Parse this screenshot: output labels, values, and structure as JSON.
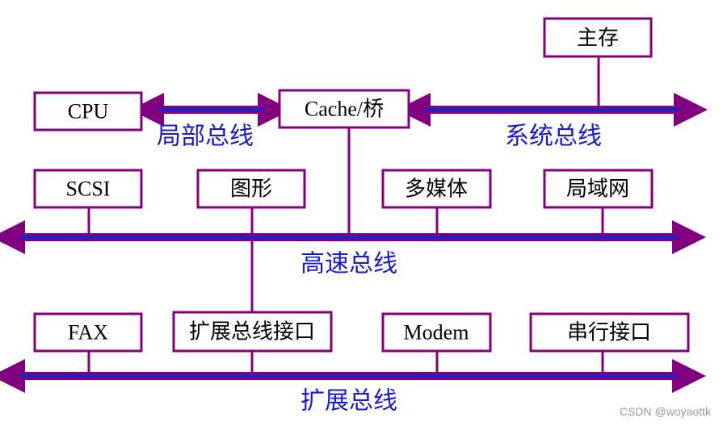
{
  "colors": {
    "box_border": "#800080",
    "connector": "#800080",
    "bus_outer": "#800080",
    "bus_inner": "#2020cc",
    "label_text": "#1a1ad0"
  },
  "boxes": {
    "main_memory": "主存",
    "cpu": "CPU",
    "cache_bridge": "Cache/桥",
    "scsi": "SCSI",
    "graphics": "图形",
    "multimedia": "多媒体",
    "lan": "局域网",
    "fax": "FAX",
    "expansion_bus_interface": "扩展总线接口",
    "modem": "Modem",
    "serial_interface": "串行接口"
  },
  "bus_labels": {
    "local_bus": "局部总线",
    "system_bus": "系统总线",
    "high_speed_bus": "高速总线",
    "expansion_bus": "扩展总线"
  },
  "watermark": "CSDN @woyaottk"
}
